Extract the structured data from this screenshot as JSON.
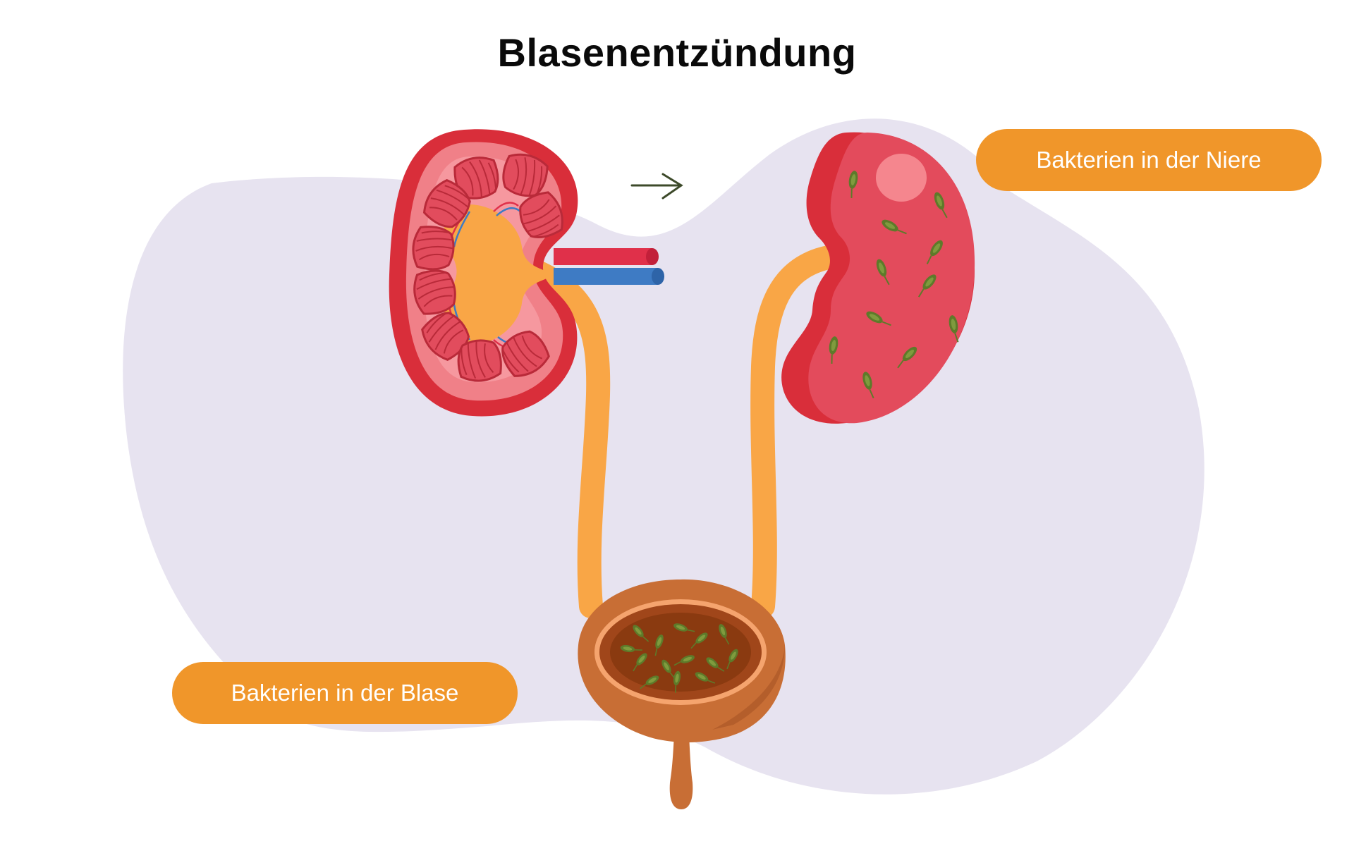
{
  "title": "Blasenentzündung",
  "labels": {
    "kidney": "Bakterien in der Niere",
    "bladder": "Bakterien in der Blase"
  },
  "colors": {
    "background_blob": "#E7E3F0",
    "label_pill": "#F0962A",
    "label_text": "#FFFFFF",
    "kidney_red": "#D92E3A",
    "kidney_pink": "#F08088",
    "ureter": "#F9A646",
    "bladder": "#C86E35",
    "urine": "#8A3A10",
    "bacteria": "#5E7A2A",
    "artery": "#E0304A",
    "vein": "#3E7BC4",
    "arrow": "#3D4A2A"
  },
  "icons": {
    "left_kidney": "kidney-cross-section-icon",
    "right_kidney": "infected-kidney-icon",
    "bladder": "bladder-icon",
    "arrow": "arrow-right-icon"
  }
}
